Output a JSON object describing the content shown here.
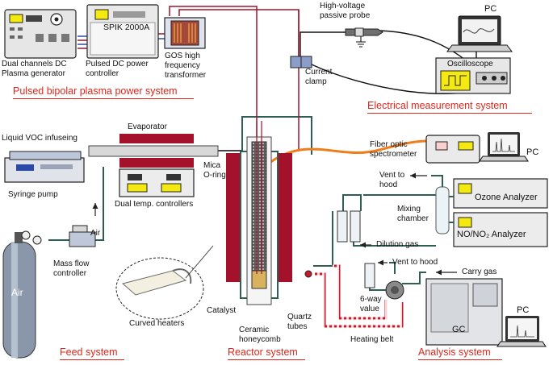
{
  "systems": {
    "power": "Pulsed bipolar plasma power system",
    "electrical": "Electrical measurement system",
    "feed": "Feed system",
    "reactor": "Reactor system",
    "analysis": "Analysis system"
  },
  "labels": {
    "plasma_gen": [
      "Dual channels DC",
      "Plasma generator"
    ],
    "power_ctrl_model": "SPIK 2000A",
    "power_ctrl": [
      "Pulsed DC power",
      "controller"
    ],
    "transformer": [
      "GOS high",
      "frequency",
      "transformer"
    ],
    "probe": [
      "High-voltage",
      "passive probe"
    ],
    "current_clamp": [
      "Current",
      "clamp"
    ],
    "oscilloscope": "Oscilloscope",
    "pc": "PC",
    "liquid_voc": "Liquid VOC infuseing",
    "evaporator": "Evaporator",
    "syringe_pump": "Syringe pump",
    "mica": [
      "Mica",
      "O-ring"
    ],
    "dual_temp": "Dual temp. controllers",
    "air_arrow": "Air",
    "air_cylinder": "Air",
    "mfc": [
      "Mass flow",
      "controller"
    ],
    "curved_heaters": "Curved heaters",
    "catalyst": "Catalyst",
    "ceramic": [
      "Ceramic",
      "honeycomb"
    ],
    "quartz": [
      "Quartz",
      "tubes"
    ],
    "fiber": [
      "Fiber optic",
      "spectrometer"
    ],
    "vent1": [
      "Vent to",
      "hood"
    ],
    "ozone": "Ozone  Analyzer",
    "mixing": [
      "Mixing",
      "chamber"
    ],
    "nox": "NO/NO₂ Analyzer",
    "dilution": "Dilution gas",
    "vent2": "Vent to hood",
    "carry": "Carry gas",
    "six_way": [
      "6-way",
      "value"
    ],
    "gc": "GC",
    "heating_belt": "Heating belt"
  },
  "colors": {
    "system_label": "#e0261b",
    "heater": "#a3122a",
    "wire_red": "#a3122a",
    "wire_blue": "#2b4aa8",
    "fiber": "#ef7d1a",
    "gas_line": "#2f5e55",
    "display": "#f4ea10"
  }
}
